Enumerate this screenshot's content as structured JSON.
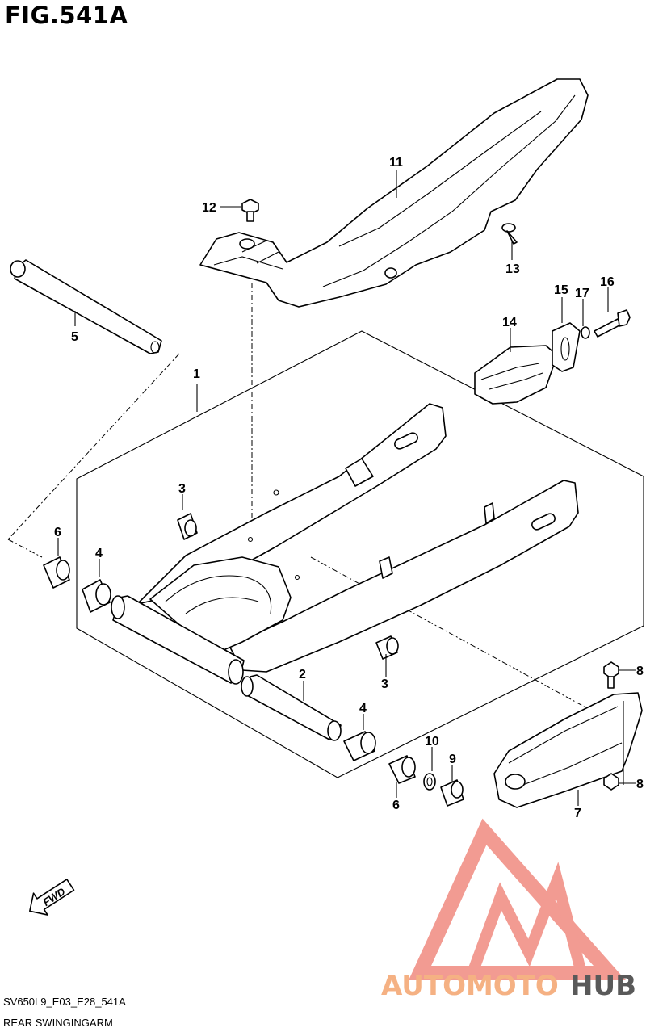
{
  "title": "FIG.541A",
  "diagram_code": "SV650L9_E03_E28_541A",
  "diagram_name": "REAR SWINGINGARM",
  "fwd_label": "FWD",
  "watermark": {
    "word_1": "AUTOMOTO",
    "word_2": "HUB",
    "color_1": "#f5b183",
    "color_2": "#595959",
    "logo_color": "#f08a80"
  },
  "callouts": [
    {
      "id": "c1",
      "label": "1"
    },
    {
      "id": "c2",
      "label": "2"
    },
    {
      "id": "c3a",
      "label": "3"
    },
    {
      "id": "c3b",
      "label": "3"
    },
    {
      "id": "c4a",
      "label": "4"
    },
    {
      "id": "c4b",
      "label": "4"
    },
    {
      "id": "c5",
      "label": "5"
    },
    {
      "id": "c6a",
      "label": "6"
    },
    {
      "id": "c6b",
      "label": "6"
    },
    {
      "id": "c7",
      "label": "7"
    },
    {
      "id": "c8a",
      "label": "8"
    },
    {
      "id": "c8b",
      "label": "8"
    },
    {
      "id": "c9",
      "label": "9"
    },
    {
      "id": "c10",
      "label": "10"
    },
    {
      "id": "c11",
      "label": "11"
    },
    {
      "id": "c12",
      "label": "12"
    },
    {
      "id": "c13",
      "label": "13"
    },
    {
      "id": "c14",
      "label": "14"
    },
    {
      "id": "c15",
      "label": "15"
    },
    {
      "id": "c16",
      "label": "16"
    },
    {
      "id": "c17",
      "label": "17"
    }
  ]
}
